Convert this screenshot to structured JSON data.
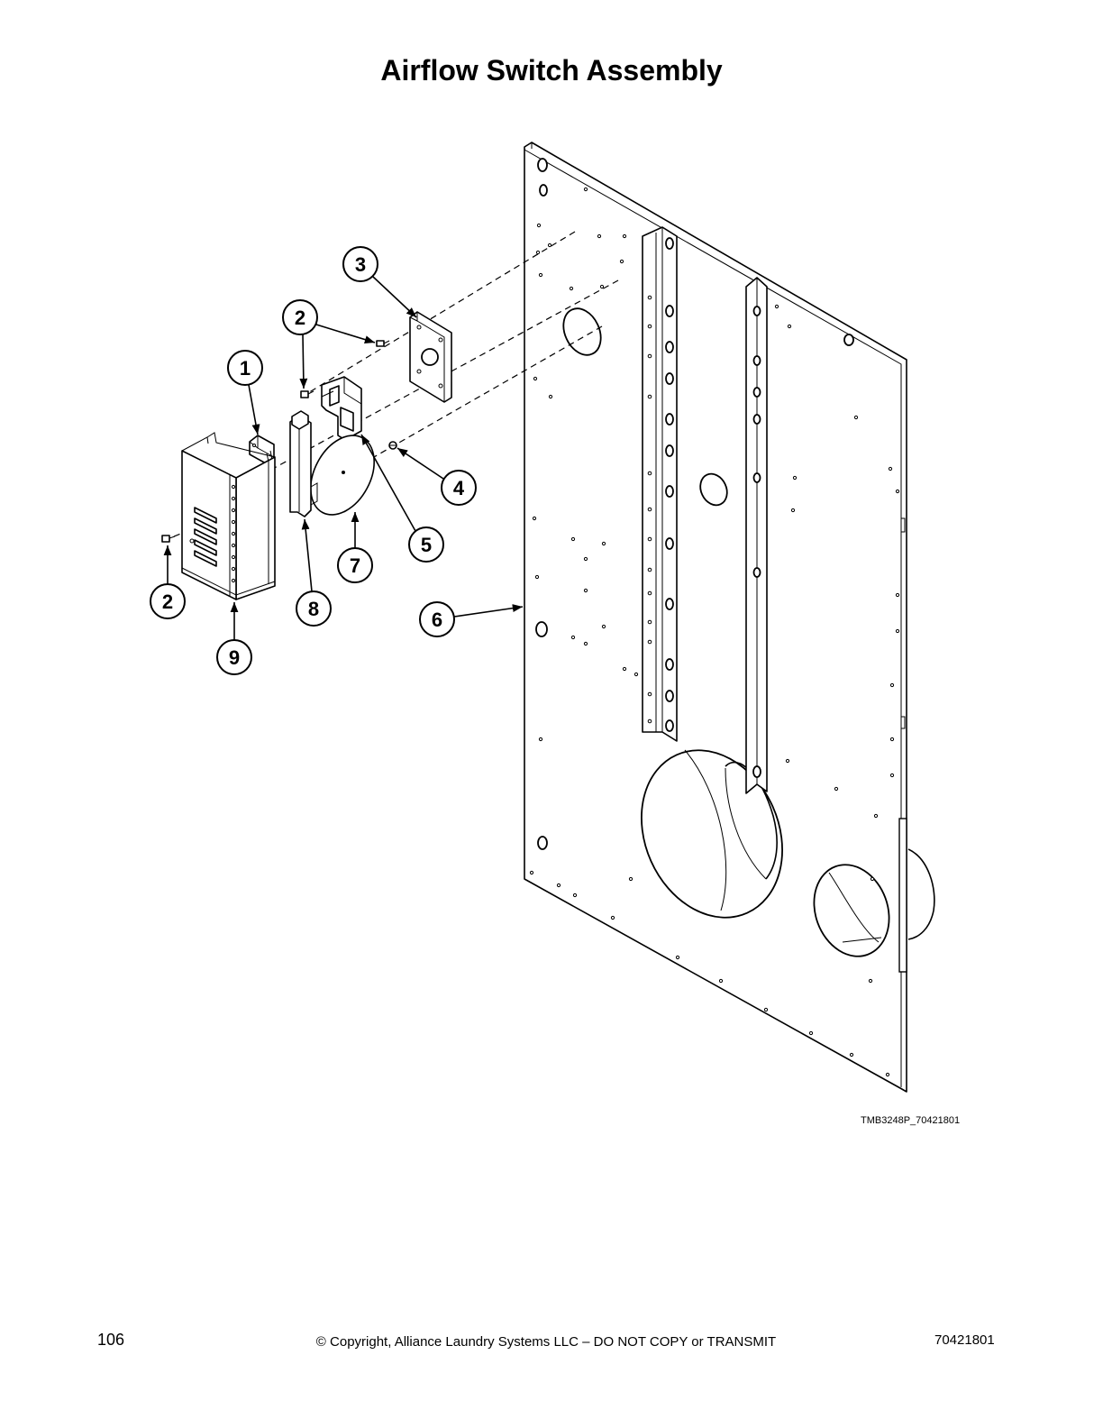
{
  "title": "Airflow Switch Assembly",
  "callouts": [
    "3",
    "2",
    "1",
    "4",
    "5",
    "7",
    "2",
    "8",
    "6",
    "9"
  ],
  "figure_code": "TMB3248P_70421801",
  "footer": {
    "page_number": "106",
    "copyright": "© Copyright, Alliance Laundry Systems LLC – DO NOT COPY or TRANSMIT",
    "doc_number": "70421801"
  }
}
